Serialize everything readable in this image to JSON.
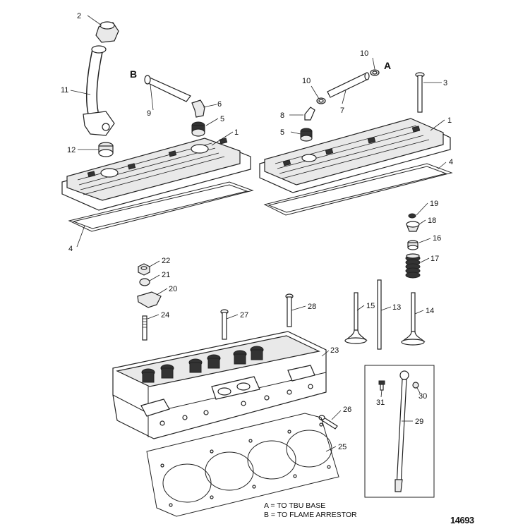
{
  "callouts": {
    "c1a": "1",
    "c1b": "1",
    "c2": "2",
    "c3": "3",
    "c4a": "4",
    "c4b": "4",
    "c5a": "5",
    "c5b": "5",
    "c6": "6",
    "c7": "7",
    "c8": "8",
    "c9": "9",
    "c10a": "10",
    "c10b": "10",
    "c11": "11",
    "c12": "12",
    "c13": "13",
    "c14": "14",
    "c15": "15",
    "c16": "16",
    "c17": "17",
    "c18": "18",
    "c19": "19",
    "c20": "20",
    "c21": "21",
    "c22": "22",
    "c23": "23",
    "c24": "24",
    "c25": "25",
    "c26": "26",
    "c27": "27",
    "c28": "28",
    "c29": "29",
    "c30": "30",
    "c31": "31"
  },
  "letters": {
    "a": "A",
    "b": "B"
  },
  "legend": {
    "a": "A = TO TBU BASE",
    "b": "B = TO FLAME ARRESTOR"
  },
  "figure_number": "14693"
}
